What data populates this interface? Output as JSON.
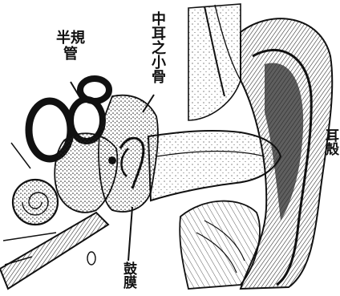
{
  "labels": {
    "semicircular_canals": "半規管",
    "ossicles": "中耳之小骨",
    "pinna": "耳殼",
    "eardrum": "鼓膜"
  },
  "colors": {
    "ink": "#111111",
    "paper": "#ffffff",
    "shade": "#3a3a3a"
  }
}
